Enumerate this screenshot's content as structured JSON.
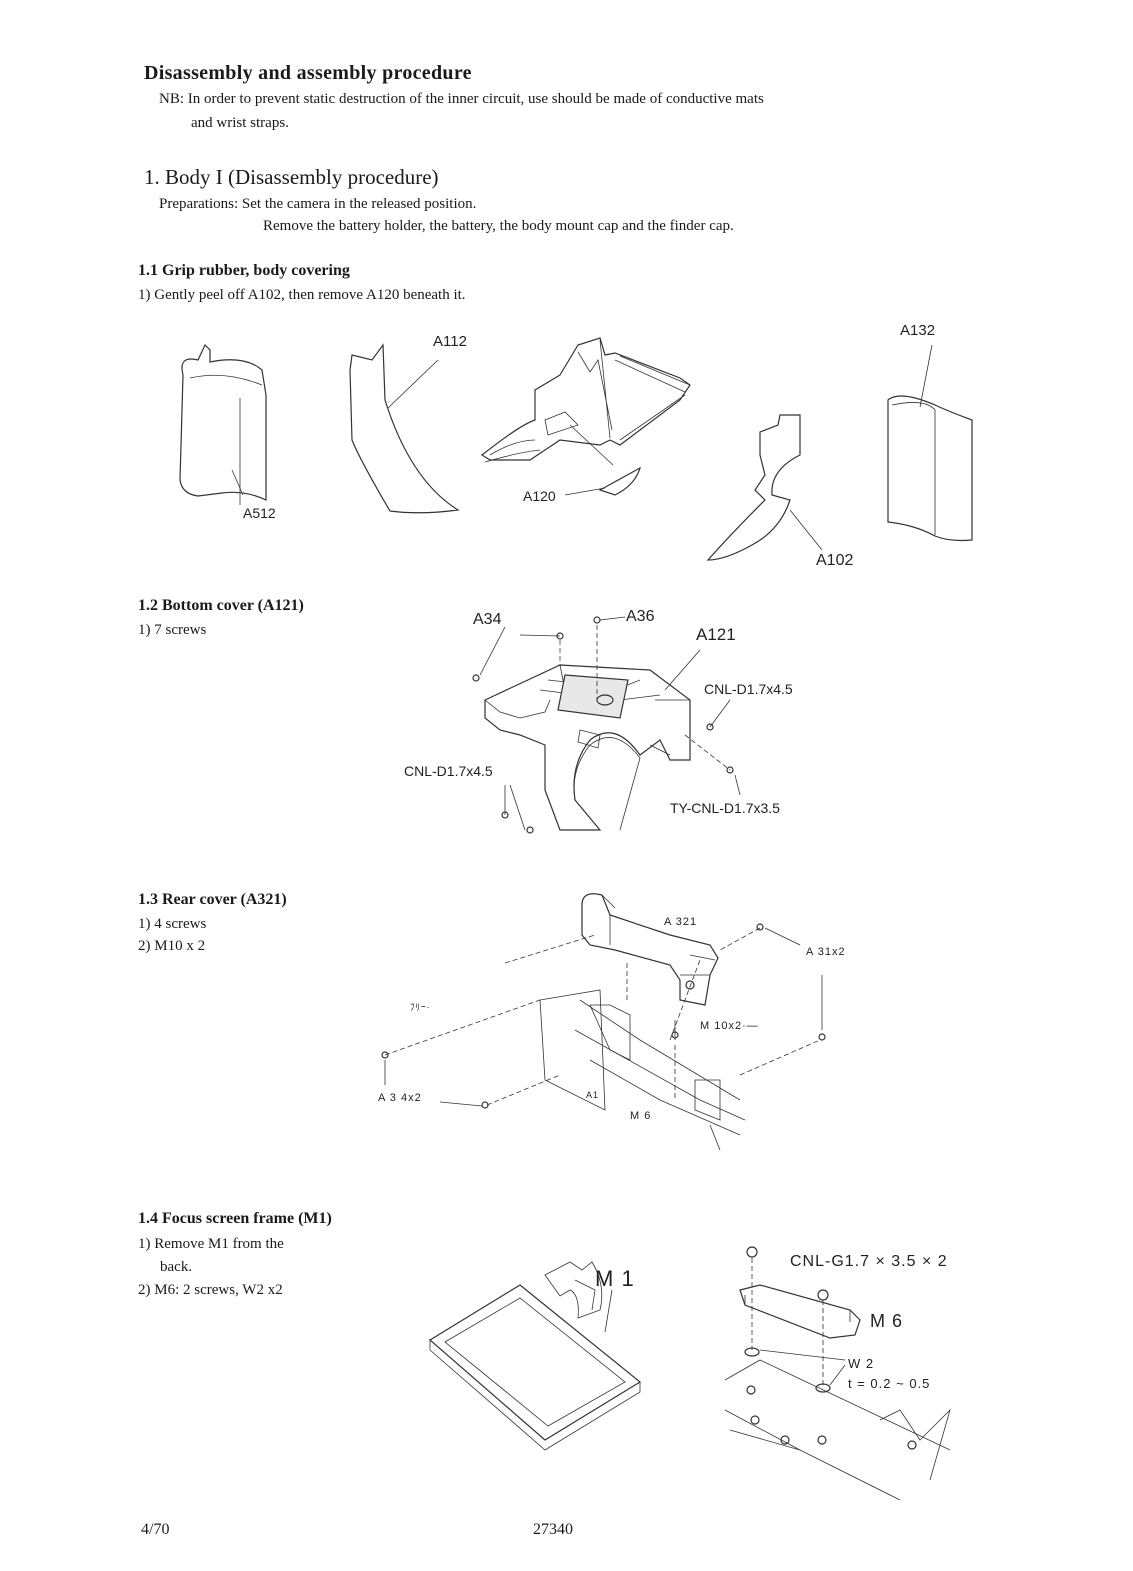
{
  "title": "Disassembly and assembly procedure",
  "nb_line1": "NB: In order to prevent static destruction of the inner circuit, use should be made of conductive mats",
  "nb_line2": "and wrist straps.",
  "section1": {
    "heading": "1. Body I (Disassembly procedure)",
    "prep_line1": "Preparations: Set the camera in the released position.",
    "prep_line2": "Remove the battery holder, the battery, the body mount cap and the finder cap."
  },
  "s11": {
    "heading": "1.1  Grip rubber, body covering",
    "step1": "1) Gently peel off A102, then remove A120 beneath it.",
    "labels": {
      "a112": "A112",
      "a132": "A132",
      "a512": "A512",
      "a120": "A120",
      "a102": "A102"
    }
  },
  "s12": {
    "heading": "1.2  Bottom cover (A121)",
    "step1": "1) 7 screws",
    "labels": {
      "a34": "A34",
      "a36": "A36",
      "a121": "A121",
      "cnl_right": "CNL-D1.7x4.5",
      "cnl_left": "CNL-D1.7x4.5",
      "ty_cnl": "TY-CNL-D1.7x3.5"
    }
  },
  "s13": {
    "heading": "1.3  Rear cover (A321)",
    "step1": "1) 4 screws",
    "step2": "2) M10 x 2",
    "labels": {
      "a321": "A 321",
      "a31": "A 31x2",
      "m10": "M  10x2·—",
      "a34": "A  3 4x2",
      "m6": "M 6",
      "a1": "A1",
      "jp": "ﾌﾘｰ·"
    }
  },
  "s14": {
    "heading": "1.4  Focus screen frame (M1)",
    "step1a": "1) Remove M1 from the",
    "step1b": "back.",
    "step2": "2) M6: 2 screws, W2 x2",
    "labels": {
      "m1": "M 1",
      "cnl": "CNL-G1.7 × 3.5 × 2",
      "m6": "M 6",
      "w2": "W 2",
      "t": "t = 0.2 ~ 0.5"
    }
  },
  "footer": {
    "page": "4/70",
    "doc_number": "27340"
  }
}
